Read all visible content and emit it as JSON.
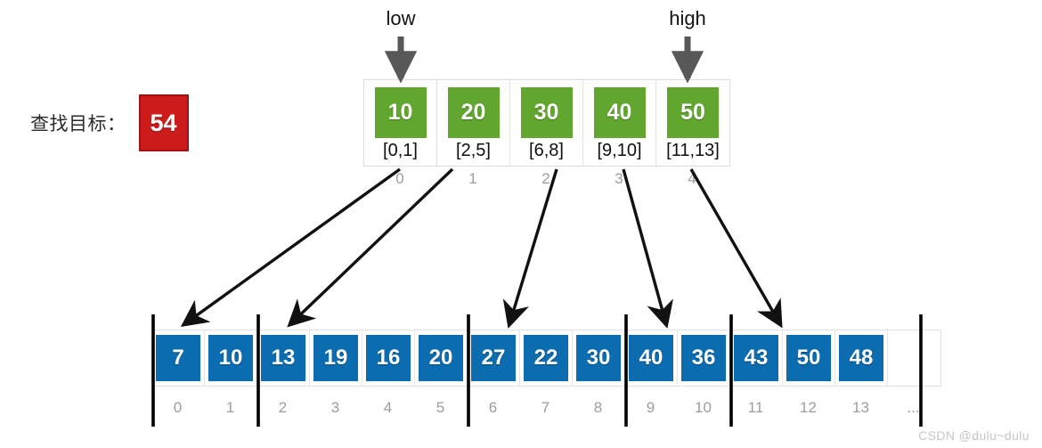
{
  "title": "Binary search over block index (查找目标 54)",
  "watermark": "CSDN @dulu~dulu",
  "target": {
    "label": "查找目标：",
    "value": "54",
    "box_color": "#cc1b1b"
  },
  "pointers": {
    "low": {
      "label": "low",
      "points_to_index": 0
    },
    "high": {
      "label": "high",
      "points_to_index": 4
    }
  },
  "top_array": {
    "name": "block-index-array",
    "cell_color": "#61a62f",
    "cells": [
      {
        "value": "10",
        "range": "[0,1]",
        "index": "0"
      },
      {
        "value": "20",
        "range": "[2,5]",
        "index": "1"
      },
      {
        "value": "30",
        "range": "[6,8]",
        "index": "2"
      },
      {
        "value": "40",
        "range": "[9,10]",
        "index": "3"
      },
      {
        "value": "50",
        "range": "[11,13]",
        "index": "4"
      }
    ]
  },
  "bottom_array": {
    "name": "data-array",
    "cell_color": "#0c6cb0",
    "cells": [
      {
        "value": "7",
        "index": "0"
      },
      {
        "value": "10",
        "index": "1"
      },
      {
        "value": "13",
        "index": "2"
      },
      {
        "value": "19",
        "index": "3"
      },
      {
        "value": "16",
        "index": "4"
      },
      {
        "value": "20",
        "index": "5"
      },
      {
        "value": "27",
        "index": "6"
      },
      {
        "value": "22",
        "index": "7"
      },
      {
        "value": "30",
        "index": "8"
      },
      {
        "value": "40",
        "index": "9"
      },
      {
        "value": "36",
        "index": "10"
      },
      {
        "value": "43",
        "index": "11"
      },
      {
        "value": "50",
        "index": "12"
      },
      {
        "value": "48",
        "index": "13"
      },
      {
        "value": "",
        "index": "..."
      }
    ],
    "block_dividers": [
      0,
      2,
      6,
      9,
      11,
      14
    ]
  },
  "connectors": [
    {
      "from_top_index": 0,
      "to_bottom_index": 0
    },
    {
      "from_top_index": 1,
      "to_bottom_index": 2
    },
    {
      "from_top_index": 2,
      "to_bottom_index": 6
    },
    {
      "from_top_index": 3,
      "to_bottom_index": 9
    },
    {
      "from_top_index": 4,
      "to_bottom_index": 11
    }
  ]
}
